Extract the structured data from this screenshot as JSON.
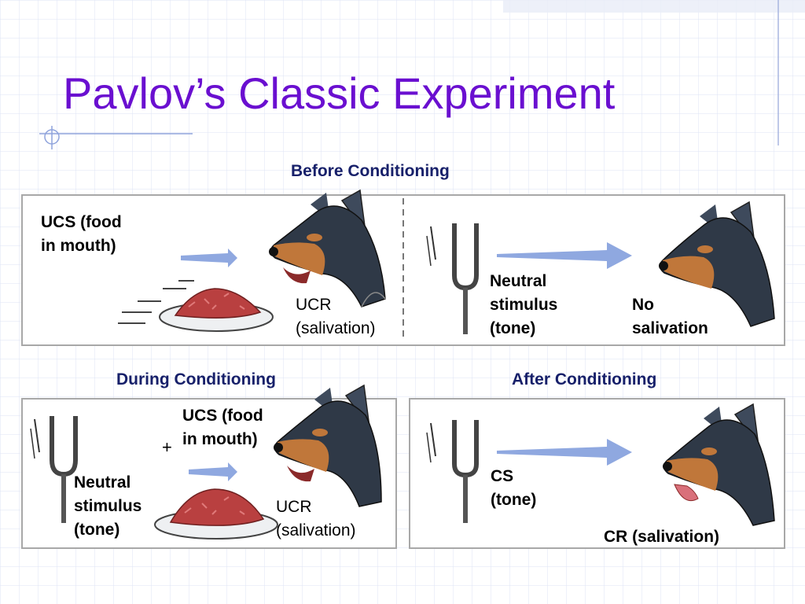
{
  "slide": {
    "title": "Pavlov’s Classic Experiment",
    "colors": {
      "title": "#6a0fd0",
      "header": "#17206a",
      "arrow": "#8fa8e0",
      "grid": "#dde3f4"
    }
  },
  "sections": {
    "before": {
      "header": "Before Conditioning",
      "left": {
        "stimulus": "UCS (food\nin mouth)",
        "response": "UCR\n(salivation)"
      },
      "right": {
        "stimulus": "Neutral\nstimulus\n(tone)",
        "response": "No\nsalivation"
      }
    },
    "during": {
      "header": "During Conditioning",
      "plus": "+",
      "ucs": "UCS (food\nin mouth)",
      "neutral": "Neutral\nstimulus\n(tone)",
      "response": "UCR\n(salivation)"
    },
    "after": {
      "header": "After Conditioning",
      "stimulus": "CS\n(tone)",
      "response": "CR (salivation)"
    }
  }
}
